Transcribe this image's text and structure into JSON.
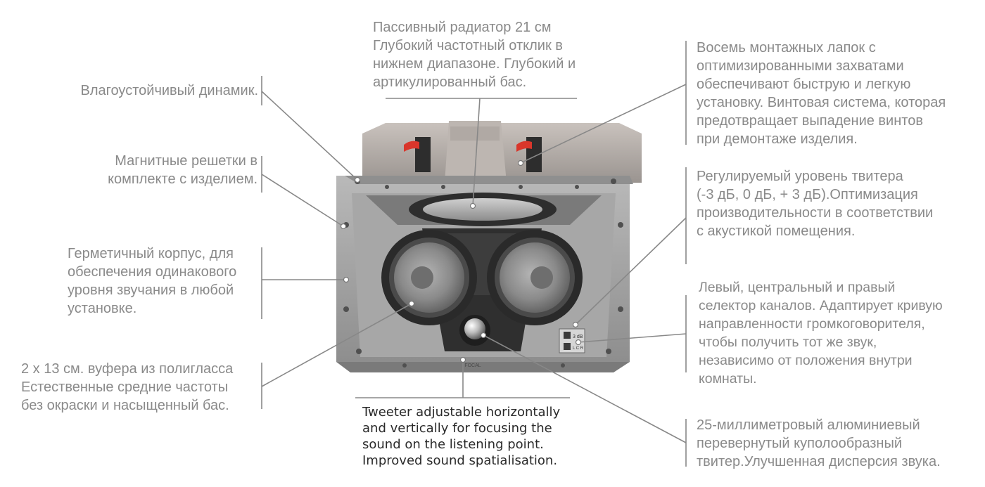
{
  "callouts": {
    "waterproof": [
      "Влагоустойчивый динамик."
    ],
    "magnetic_grilles": [
      "Магнитные решетки в",
      "комплекте с изделием."
    ],
    "sealed_enclosure": [
      "Герметичный корпус, для",
      "обеспечения одинакового",
      "уровня звучания в любой",
      "установке."
    ],
    "woofers": [
      "2 x 13 см. вуфера из полигласса",
      "Естественные средние частоты",
      "без окраски и насыщенный бас."
    ],
    "passive_radiator": [
      "Пассивный радиатор 21 см",
      "Глубокий частотный отклик в",
      "нижнем диапазоне. Глубокий и",
      "артикулированный бас."
    ],
    "mounting_tabs": [
      "Восемь монтажных лапок с",
      "оптимизированными захватами",
      "обеспечивают быструю и легкую",
      "установку. Винтовая система, которая",
      "предотвращает выпадение винтов",
      "при демонтаже изделия."
    ],
    "tweeter_level": [
      "Регулируемый уровень твитера",
      "(-3 дБ, 0 дБ, + 3 дБ).Оптимизация",
      "производительности в соответствии",
      "с акустикой помещения."
    ],
    "channel_selector": [
      "Левый, центральный и правый",
      "селектор каналов. Адаптирует кривую",
      "направленности громкоговорителя,",
      "чтобы получить тот же звук,",
      "независимо от положения внутри",
      "комнаты."
    ],
    "tweeter_adjustable": [
      "Tweeter adjustable horizontally",
      "and vertically for focusing the",
      "sound on the listening point.",
      "Improved sound spatialisation."
    ],
    "aluminium_tweeter": [
      "25-миллиметровый алюминиевый",
      "перевернутый куполообразный",
      "твитер.Улучшенная дисперсия звука."
    ]
  },
  "product": {
    "brand_mark": "FOCAL",
    "switch_labels": [
      "3 dB",
      "L C R"
    ]
  },
  "colors": {
    "callout_text": "#8a8a8a",
    "callout_text_dark": "#2a2a2a",
    "leader_line": "#888888",
    "frame": "#9e9e9e",
    "cone": "#8f8f8f",
    "clip_red": "#d9362b"
  }
}
